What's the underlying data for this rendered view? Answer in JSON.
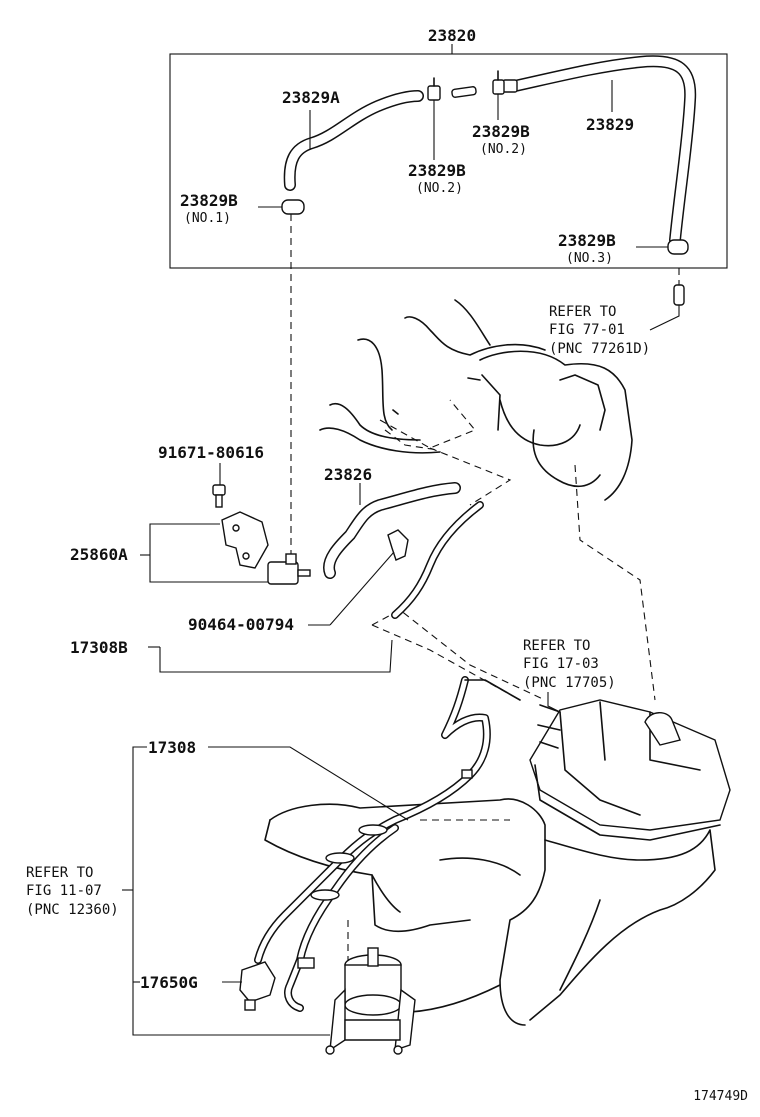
{
  "diagram": {
    "labels": {
      "p23820": "23820",
      "p23829A": "23829A",
      "p23829": "23829",
      "p23829B_no2_right": "23829B",
      "p23829B_no2_right_sub": "(NO.2)",
      "p23829B_no2_center": "23829B",
      "p23829B_no2_center_sub": "(NO.2)",
      "p23829B_no1": "23829B",
      "p23829B_no1_sub": "(NO.1)",
      "p23829B_no3": "23829B",
      "p23829B_no3_sub": "(NO.3)",
      "p91671": "91671-80616",
      "p23826": "23826",
      "p25860A": "25860A",
      "p90464": "90464-00794",
      "p17308B": "17308B",
      "p17308": "17308",
      "p17650G": "17650G",
      "diagram_id": "174749D"
    },
    "references": {
      "ref_77": {
        "line1": "REFER TO",
        "line2": "FIG 77-01",
        "line3": "(PNC 77261D)"
      },
      "ref_17": {
        "line1": "REFER TO",
        "line2": "FIG 17-03",
        "line3": "(PNC 17705)"
      },
      "ref_11": {
        "line1": "REFER TO",
        "line2": "FIG 11-07",
        "line3": "(PNC 12360)"
      }
    }
  }
}
